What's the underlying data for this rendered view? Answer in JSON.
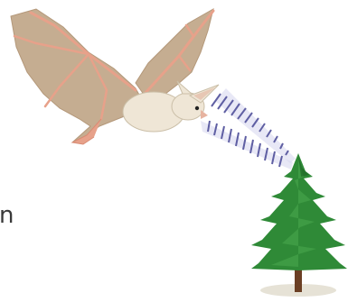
{
  "figure": {
    "subjects": [
      "bat",
      "sound-waves",
      "echo-waves",
      "pine-tree"
    ]
  },
  "edge_text": "n",
  "colors": {
    "bat_body": "#efe6d6",
    "wing_membrane": "#c5ad91",
    "wing_bones": "#e7a18a",
    "wave_lines": "#5f5fa3",
    "wave_fill": "#d6d6ee",
    "tree_green": "#2f8a37",
    "trunk": "#6b3f24"
  }
}
